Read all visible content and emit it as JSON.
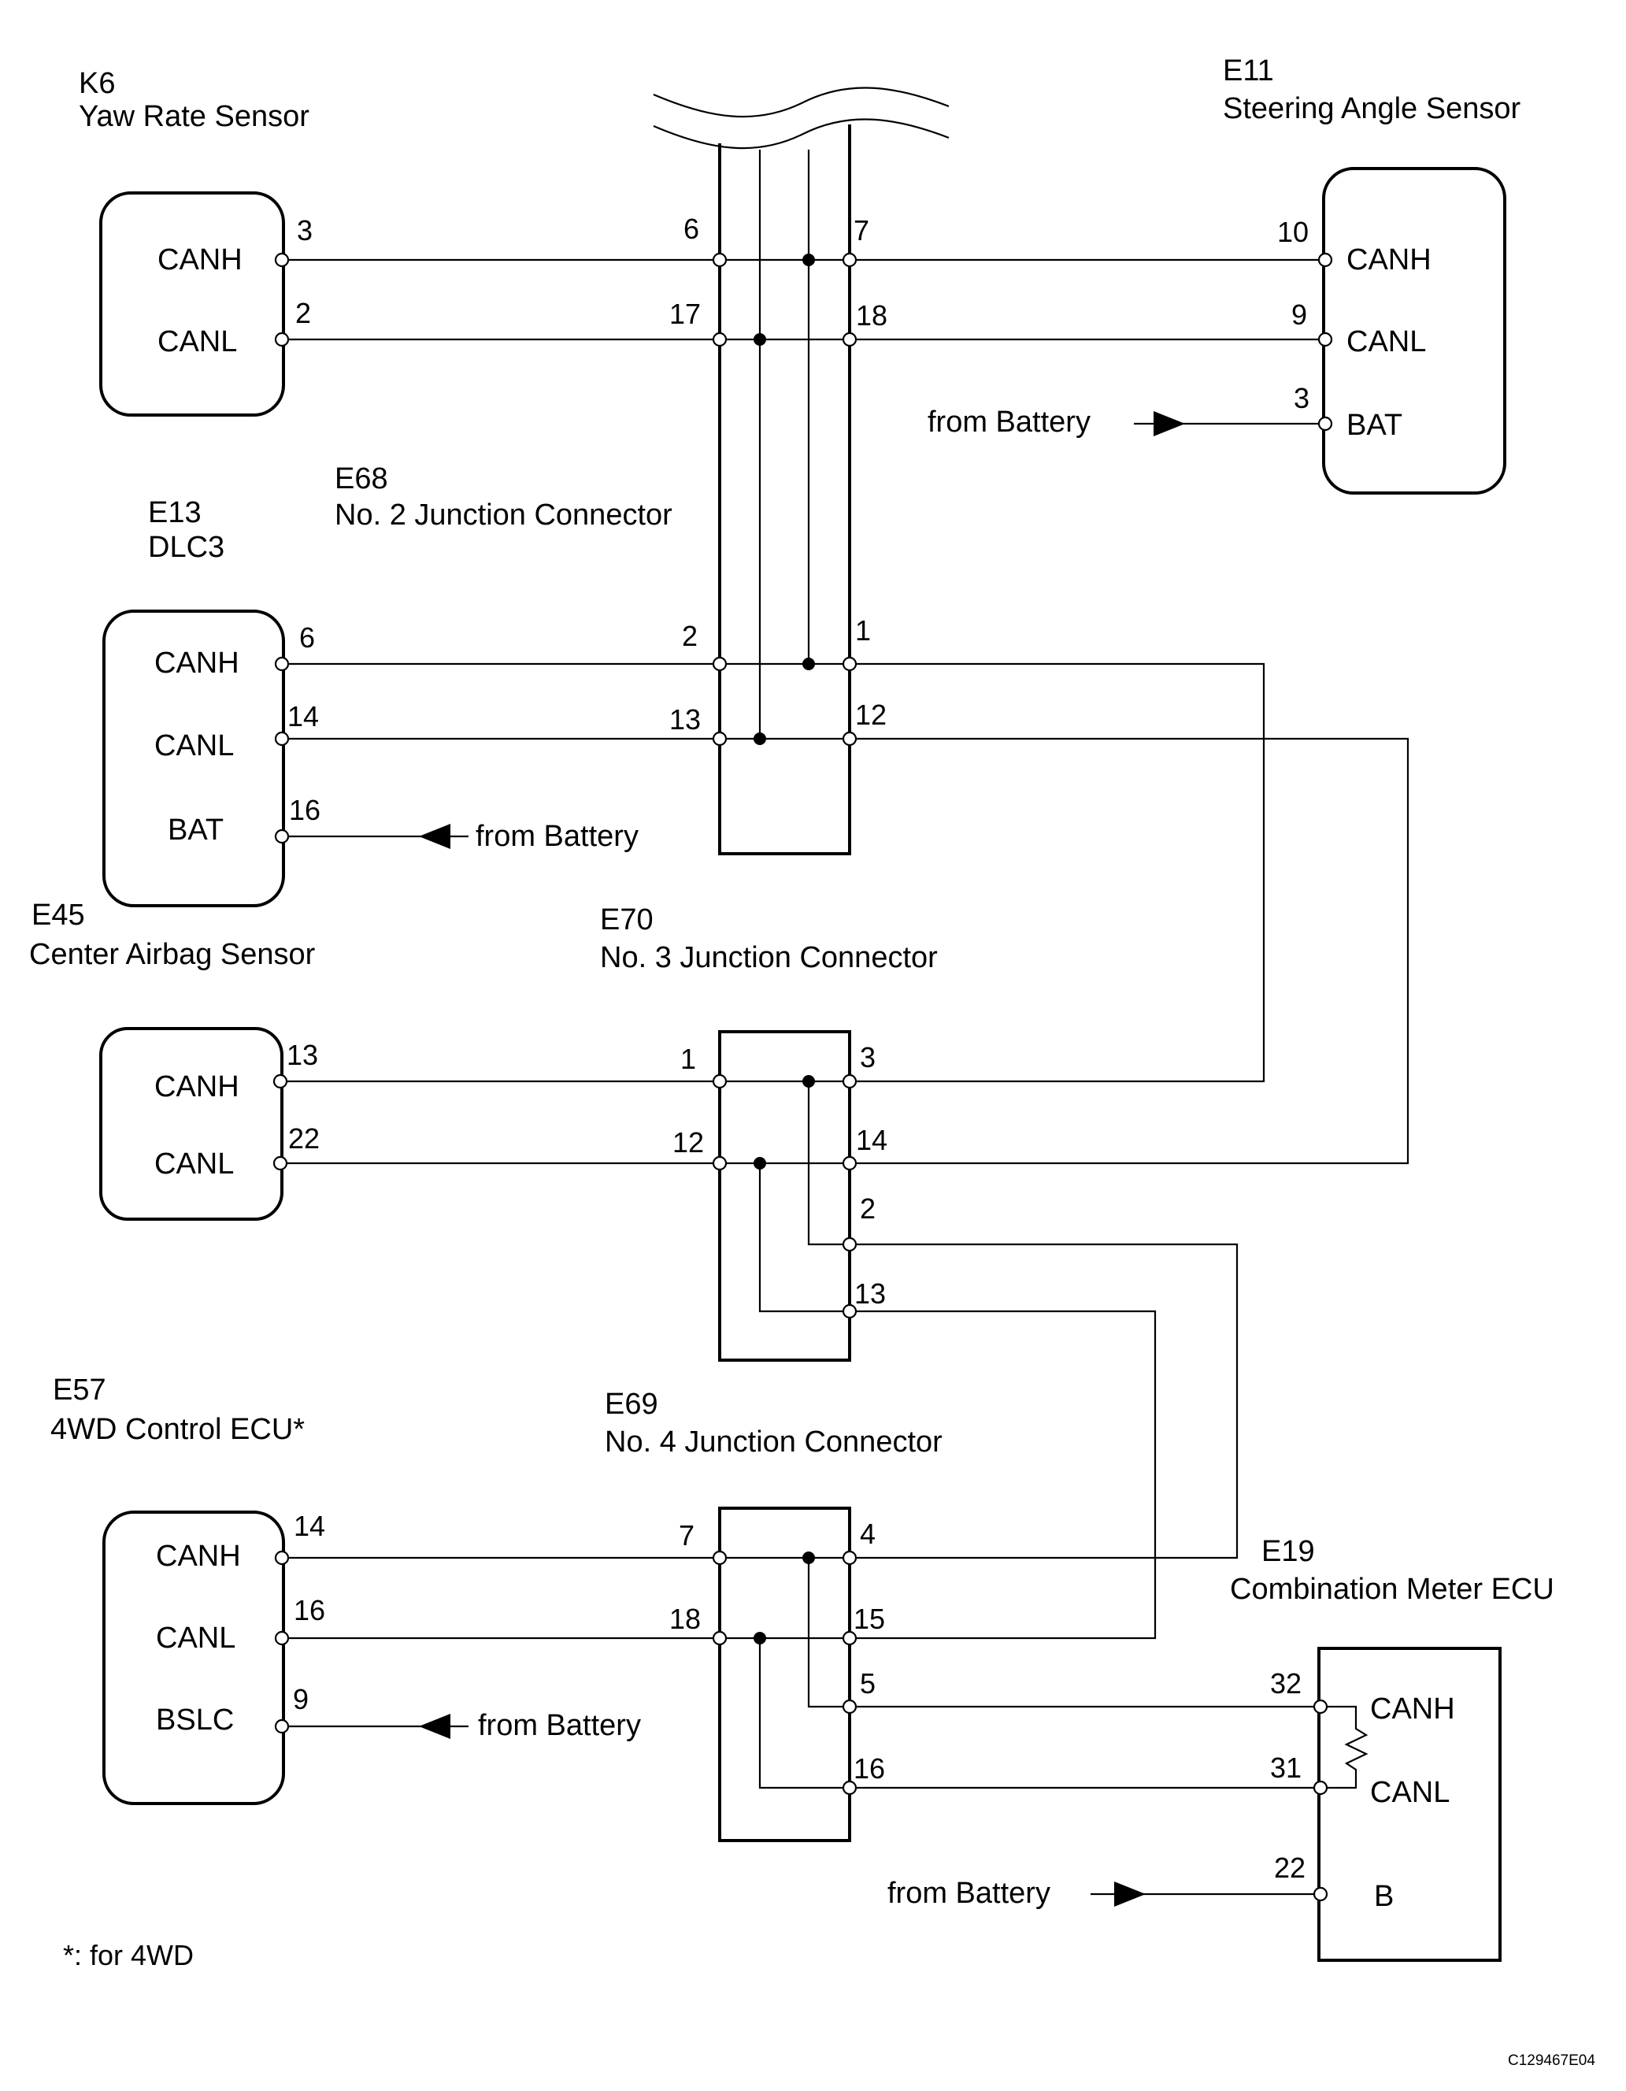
{
  "components": {
    "yaw_rate": {
      "code": "K6",
      "name": "Yaw Rate Sensor",
      "pins": [
        "CANH",
        "CANL"
      ],
      "pin_numbers": [
        "3",
        "2"
      ]
    },
    "steering": {
      "code": "E11",
      "name": "Steering Angle Sensor",
      "pins": [
        "CANH",
        "CANL",
        "BAT"
      ],
      "pin_numbers": [
        "10",
        "9",
        "3"
      ]
    },
    "dlc3": {
      "code": "E13",
      "name": "DLC3",
      "pins": [
        "CANH",
        "CANL",
        "BAT"
      ],
      "pin_numbers": [
        "6",
        "14",
        "16"
      ]
    },
    "airbag": {
      "code": "E45",
      "name": "Center Airbag Sensor",
      "pins": [
        "CANH",
        "CANL"
      ],
      "pin_numbers": [
        "13",
        "22"
      ]
    },
    "ecu_4wd": {
      "code": "E57",
      "name": "4WD Control ECU*",
      "pins": [
        "CANH",
        "CANL",
        "BSLC"
      ],
      "pin_numbers": [
        "14",
        "16",
        "9"
      ]
    },
    "meter": {
      "code": "E19",
      "name": "Combination Meter ECU",
      "pins": [
        "CANH",
        "CANL",
        "B"
      ],
      "pin_numbers": [
        "32",
        "31",
        "22"
      ]
    }
  },
  "junctions": {
    "jc2": {
      "code": "E68",
      "name": "No. 2 Junction Connector",
      "pins": [
        "6",
        "17",
        "7",
        "18",
        "2",
        "13",
        "1",
        "12"
      ]
    },
    "jc3": {
      "code": "E70",
      "name": "No. 3 Junction Connector",
      "pins": [
        "1",
        "12",
        "3",
        "14",
        "2",
        "13"
      ]
    },
    "jc4": {
      "code": "E69",
      "name": "No. 4 Junction Connector",
      "pins": [
        "7",
        "18",
        "4",
        "15",
        "5",
        "16"
      ]
    }
  },
  "battery_label": "from Battery",
  "footnote": "*: for 4WD",
  "figure_code": "C129467E04"
}
